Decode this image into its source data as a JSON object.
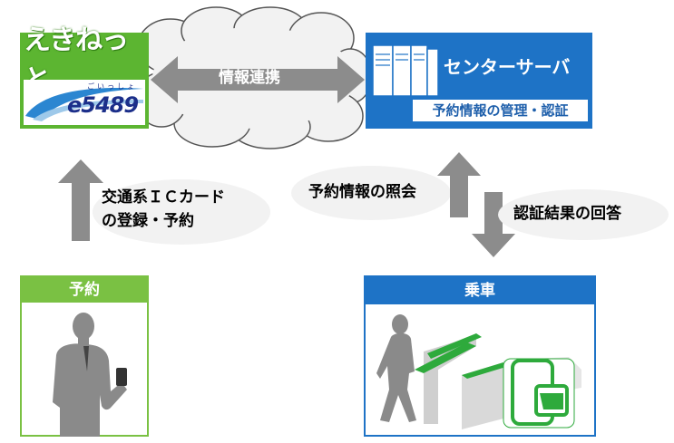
{
  "ekinet": {
    "logo_text": "えきねっと",
    "brand_text": "e5489",
    "ruby_text": "ごいっしょ"
  },
  "server": {
    "title": "センターサーバ",
    "subtitle": "予約情報の管理・認証"
  },
  "links": {
    "info_sync": "情報連携",
    "ic_card_line1": "交通系ＩＣカード",
    "ic_card_line2": "の登録・予約",
    "query": "予約情報の照会",
    "auth_reply": "認証結果の回答"
  },
  "panels": {
    "reserve_title": "予約",
    "board_title": "乗車"
  },
  "colors": {
    "green": "#5cb531",
    "blue": "#1e73c6",
    "gray": "#8c8c8c",
    "cloud": "#f2f2f2"
  }
}
